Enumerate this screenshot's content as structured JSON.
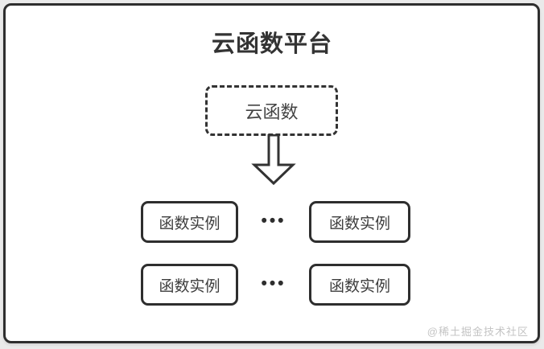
{
  "diagram": {
    "title": "云函数平台",
    "cloud_function_node": {
      "label": "云函数"
    },
    "arrow": {
      "name": "down-arrow",
      "direction": "down"
    },
    "rows": [
      {
        "left_label": "函数实例",
        "ellipsis": "•••",
        "right_label": "函数实例"
      },
      {
        "left_label": "函数实例",
        "ellipsis": "•••",
        "right_label": "函数实例"
      }
    ],
    "watermark": "@稀土掘金技术社区",
    "colors": {
      "card_border": "#2e2e2e",
      "title_text": "#333333",
      "node_text": "#444444",
      "instance_text": "#3d3d3d",
      "watermark_text": "#c4c4c4",
      "card_background": "#ffffff",
      "page_background": "#eaeaea"
    }
  }
}
